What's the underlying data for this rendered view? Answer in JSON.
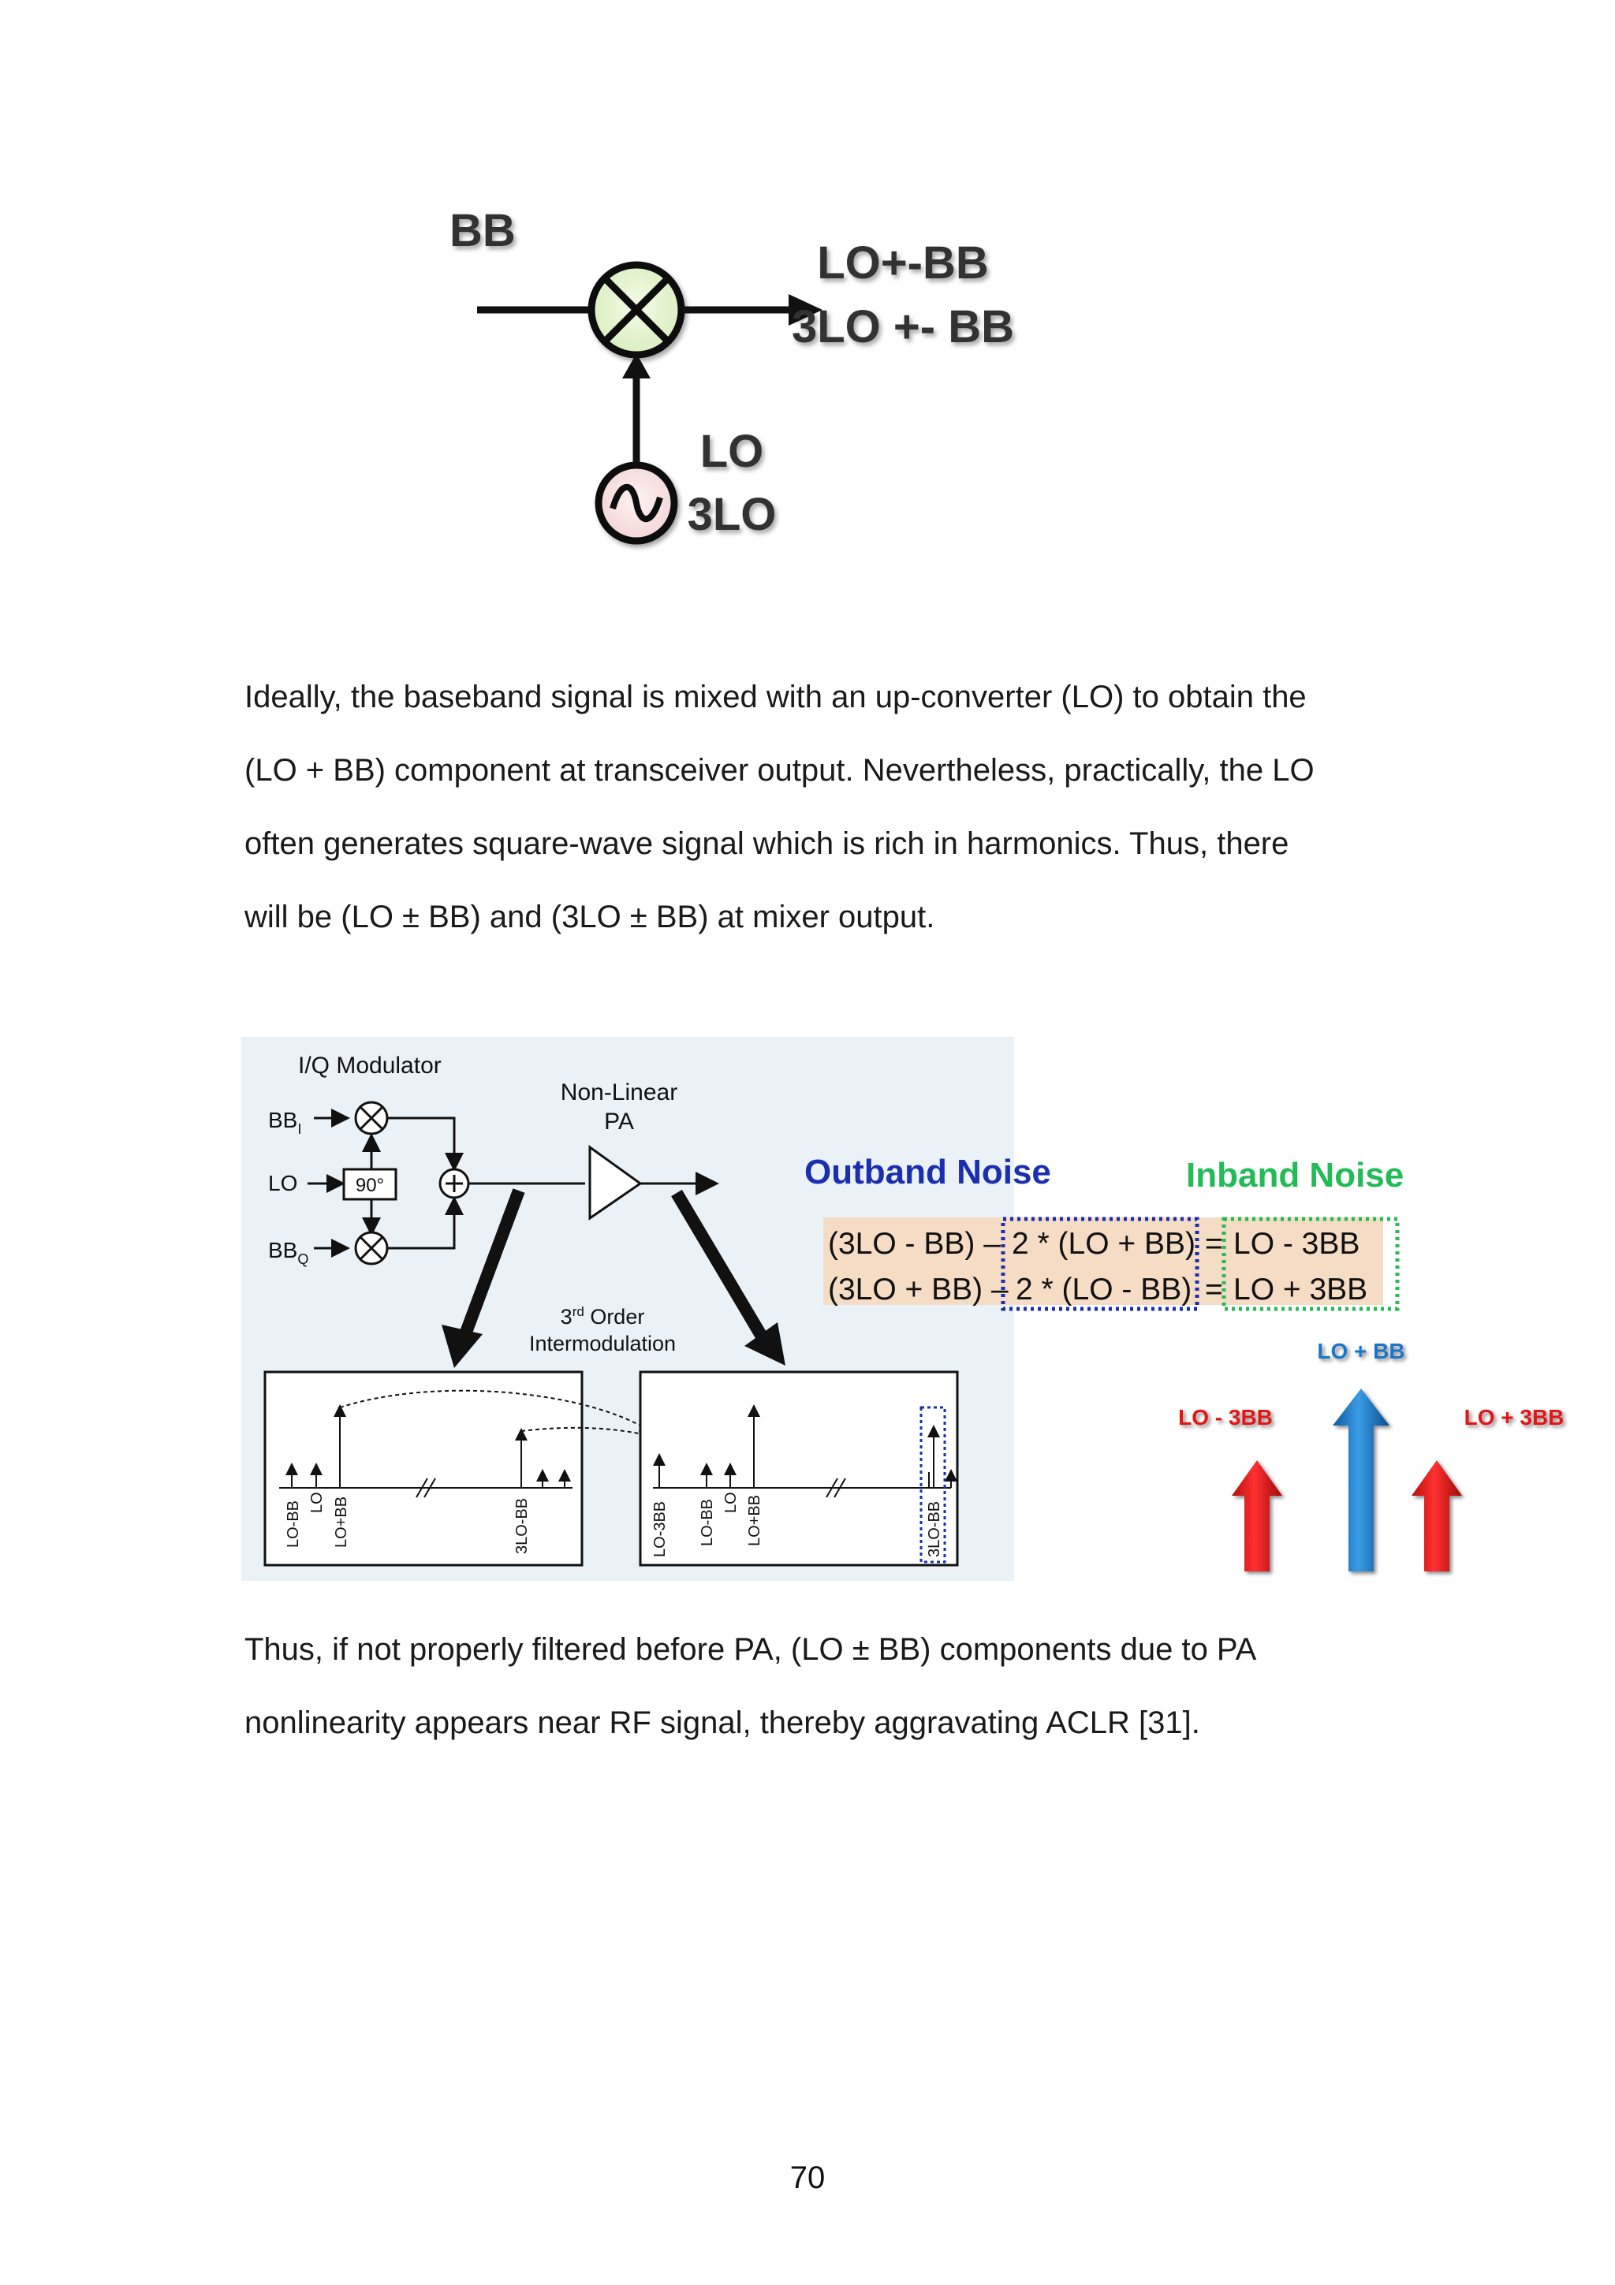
{
  "figure1": {
    "input_label": "BB",
    "output_lines": [
      "LO+-BB",
      "3LO +- BB"
    ],
    "lo_lines": [
      "LO",
      "3LO"
    ]
  },
  "paragraph1": [
    "Ideally, the baseband signal is mixed with an up-converter (LO) to obtain the",
    "(LO + BB) component at transceiver output. Nevertheless, practically, the LO",
    "often generates square-wave signal which is rich in harmonics. Thus, there",
    "will be (LO ± BB) and (3LO ± BB) at mixer output."
  ],
  "figure2": {
    "iq_title": "I/Q Modulator",
    "bbi": "BB",
    "bbi_sub": "I",
    "lo": "LO",
    "bbq": "BB",
    "bbq_sub": "Q",
    "phase": "90°",
    "pa_title_1": "Non-Linear",
    "pa_title_2": "PA",
    "imd_1_pre": "3",
    "imd_1_sup": "rd",
    "imd_1_post": " Order",
    "imd_2": "Intermodulation",
    "left_spectrum_labels": [
      "LO-BB",
      "LO",
      "LO+BB",
      "3LO-BB"
    ],
    "right_spectrum_labels": [
      "LO-3BB",
      "LO-BB",
      "LO",
      "LO+BB",
      "3LO-BB"
    ],
    "outband_title": "Outband Noise",
    "inband_title": "Inband Noise",
    "eq1": {
      "a": "(3LO - BB) –",
      "b": "2 * (LO + BB)",
      "eq": "=",
      "c": "LO - 3BB"
    },
    "eq2": {
      "a": "(3LO + BB) –",
      "b": "2 * (LO - BB)",
      "eq": "=",
      "c": "LO + 3BB"
    },
    "arrow_labels": {
      "center": "LO + BB",
      "left": "LO - 3BB",
      "right": "LO + 3BB"
    },
    "colors": {
      "outband": "#1a2fb0",
      "inband": "#22bb55",
      "arrow_red": "#e21616",
      "arrow_blue": "#1a74c8",
      "eq_bg": "#f5dcc4",
      "diagram_bg": "#eaf2f8"
    }
  },
  "paragraph2": [
    "Thus, if not properly filtered before PA, (LO ± BB) components due to PA",
    "nonlinearity appears near RF signal, thereby aggravating ACLR [31]."
  ],
  "page_number": "70"
}
